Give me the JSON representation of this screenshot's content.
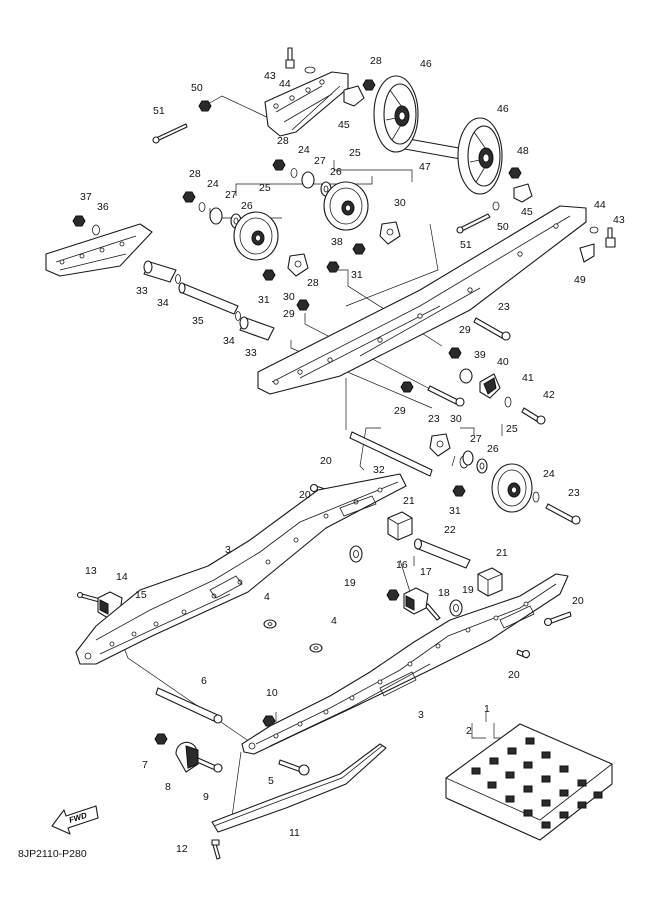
{
  "diagram_code": "8JP2110-P280",
  "fwd_label": "FWD",
  "callouts": [
    "1",
    "2",
    "3",
    "4",
    "5",
    "6",
    "7",
    "8",
    "9",
    "10",
    "11",
    "12",
    "13",
    "14",
    "15",
    "16",
    "17",
    "18",
    "19",
    "20",
    "21",
    "22",
    "23",
    "24",
    "25",
    "26",
    "27",
    "28",
    "29",
    "30",
    "31",
    "32",
    "33",
    "34",
    "35",
    "36",
    "37",
    "38",
    "39",
    "40",
    "41",
    "42",
    "43",
    "44",
    "45",
    "46",
    "47",
    "48",
    "49",
    "50",
    "51"
  ]
}
